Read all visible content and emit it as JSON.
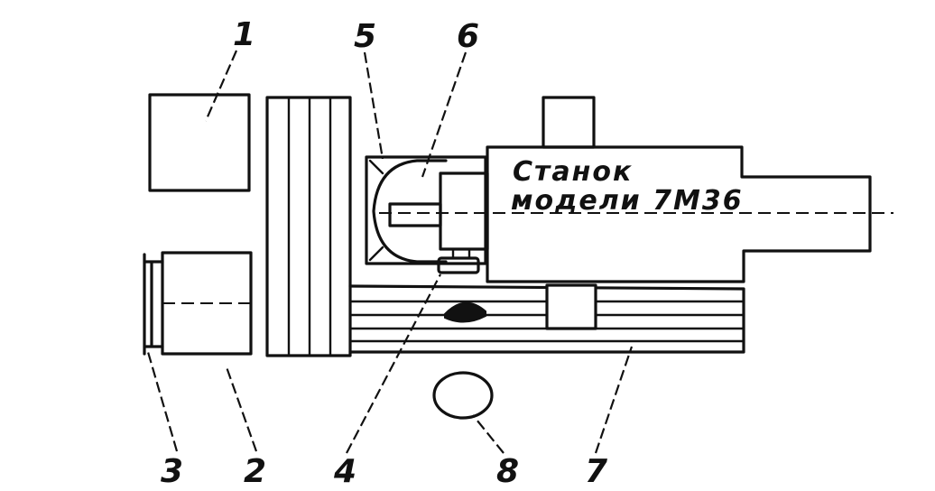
{
  "machine_label": {
    "line1": "Станок",
    "line2": "модели 7М36"
  },
  "callouts": {
    "n1": "1",
    "n2": "2",
    "n3": "3",
    "n4": "4",
    "n5": "5",
    "n6": "6",
    "n7": "7",
    "n8": "8"
  }
}
